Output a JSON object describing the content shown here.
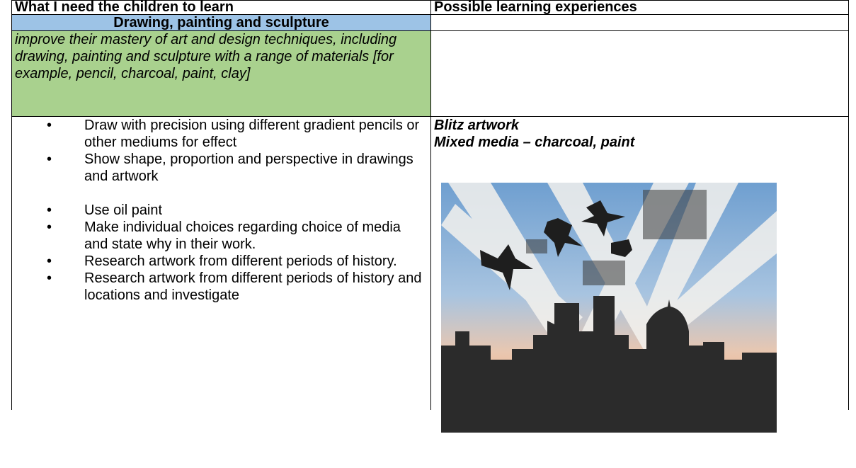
{
  "table": {
    "header": {
      "col1": "What I need the children to learn",
      "col2": "Possible learning experiences"
    },
    "section_title": "Drawing, painting and sculpture",
    "objective": "improve their mastery of art and design techniques, including drawing, painting and sculpture with a range of materials [for example, pencil, charcoal, paint, clay]",
    "skills": [
      "Draw with precision using different gradient pencils or other mediums for effect",
      "Show shape, proportion and perspective in drawings and artwork",
      "Use oil paint",
      "Make individual choices regarding choice of media and state why in their work.",
      "Research artwork from different periods of history.",
      "Research artwork from different periods of history and locations and investigate"
    ],
    "experience": {
      "title_line1": "Blitz artwork",
      "title_line2": "Mixed media – charcoal, paint"
    }
  },
  "colors": {
    "section_bg": "#9dc3e6",
    "objective_bg": "#a9d18e",
    "sky_top": "#7fa9d4",
    "sky_bottom": "#f0a36a",
    "silhouette": "#2b2b2b"
  }
}
